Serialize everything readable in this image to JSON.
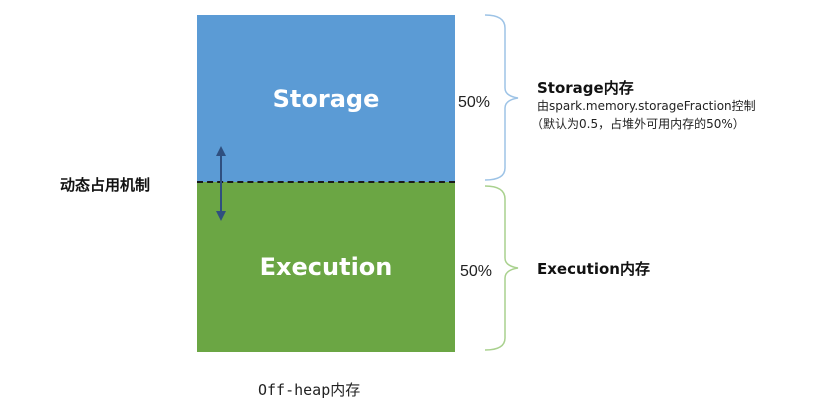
{
  "memory": {
    "storage": {
      "block_label": "Storage",
      "percent": "50%",
      "title": "Storage内存",
      "desc_line1": "由spark.memory.storageFraction控制",
      "desc_line2": "（默认为0.5，占堆外可用内存的50%）"
    },
    "execution": {
      "block_label": "Execution",
      "percent": "50%",
      "title": "Execution内存"
    },
    "dynamic_label": "动态占用机制",
    "caption": "Off-heap内存"
  },
  "colors": {
    "storage": "#5B9BD5",
    "execution": "#6BA644",
    "brace": "#9DC3E6",
    "brace_exec": "#A9D18E",
    "arrow": "#2F4F7F"
  }
}
